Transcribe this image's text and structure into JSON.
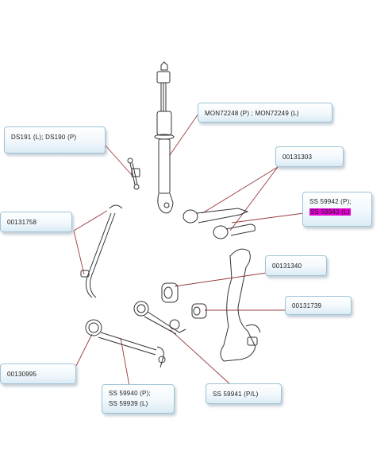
{
  "callouts": {
    "ds191": "DS191 (L);  DS190  (P)",
    "mon72248": "MON72248 (P) ;  MON72249 (L)",
    "p00131303": "00131303",
    "ss59942": "SS 59942 (P);",
    "ss59943": "SS 59943 (L)",
    "p00131758": "00131758",
    "p00131340": "00131340",
    "p00131739": "00131739",
    "p00130995": "00130995",
    "ss59940": "SS 59940 (P);",
    "ss59939": "SS 59939 (L)",
    "ss59941": "SS 59941 (P/L)"
  },
  "colors": {
    "highlight": "#e600d6",
    "leader": "#9a3b3b",
    "callout_border": "#9fc3d6"
  }
}
